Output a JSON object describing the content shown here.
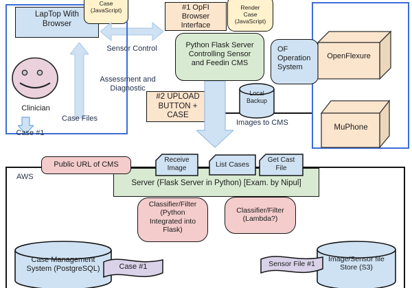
{
  "diagram": {
    "left_group": {
      "laptop_label": "LapTop With\nBrowser",
      "actor_label": "Clinician",
      "case_files_label": "Case Files",
      "case_output_label": "Case #1"
    },
    "top_row": {
      "render_case_left": "Render\nCase\n(JavaScript)",
      "opfi_interface": "#1 OpFI\nBrowser\nInterface",
      "render_case_right": "Render\nCase\n(JavaScript)"
    },
    "middle": {
      "flask_server": "Python Flask Server\nControlling Sensor\nand Feedin CMS",
      "of_os": "OF\nOperation\nSystem",
      "upload_button": "#2 UPLOAD\nBUTTON +\nCASE",
      "local_backup": "Local\nBackup",
      "openflexure": "OpenFlexure",
      "muphone": "MuPhone"
    },
    "flow_labels": {
      "sensor_control": "Sensor Control",
      "assessment": "Assessment and\nDiagnostic",
      "images_to_cms": "Images to CMS",
      "aws": "AWS"
    },
    "bottom": {
      "public_url": "Public URL of CMS",
      "receive_image": "Receive\nImage",
      "list_cases": "List Cases",
      "get_cast_file": "Get Cast\nFile",
      "server_bar": "Server (Flask Server in Python) [Exam. by Nipul]",
      "classifier_flask": "Classifier/Filter\n(Python\nIntegrated into\nFlask)",
      "classifier_lambda": "Classifier/Filter\n(Lambda?)",
      "cms_db": "Case Management\nSystem (PostgreSQL)",
      "case_1": "Case #1",
      "sensor_file": "Sensor File #1",
      "s3_store": "Image/Sensor file\nStore (S3)"
    },
    "colors": {
      "light_blue": "#cfe2f3",
      "yellow": "#fff2cc",
      "peach": "#fce5cd",
      "green": "#d9ead3",
      "pink": "#f4cccc",
      "purple": "#d9d2e9",
      "face_pink": "#ead1dc",
      "container_blue": "#3b6cd8",
      "outline": "#141414"
    }
  }
}
